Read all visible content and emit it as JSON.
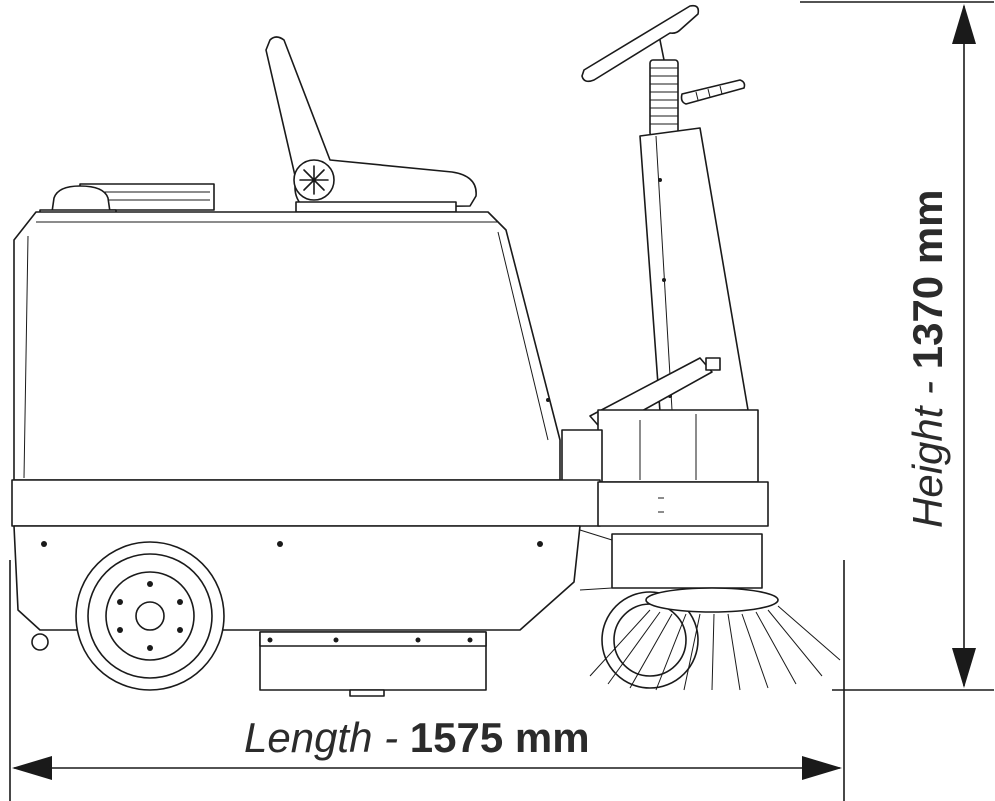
{
  "dimensions": {
    "length": {
      "label": "Length",
      "separator": " - ",
      "value": "1575 mm"
    },
    "height": {
      "label": "Height",
      "separator": " - ",
      "value": "1370 mm"
    }
  },
  "colors": {
    "line": "#1a1a1a",
    "text": "#2b2b2b",
    "background": "#ffffff"
  }
}
